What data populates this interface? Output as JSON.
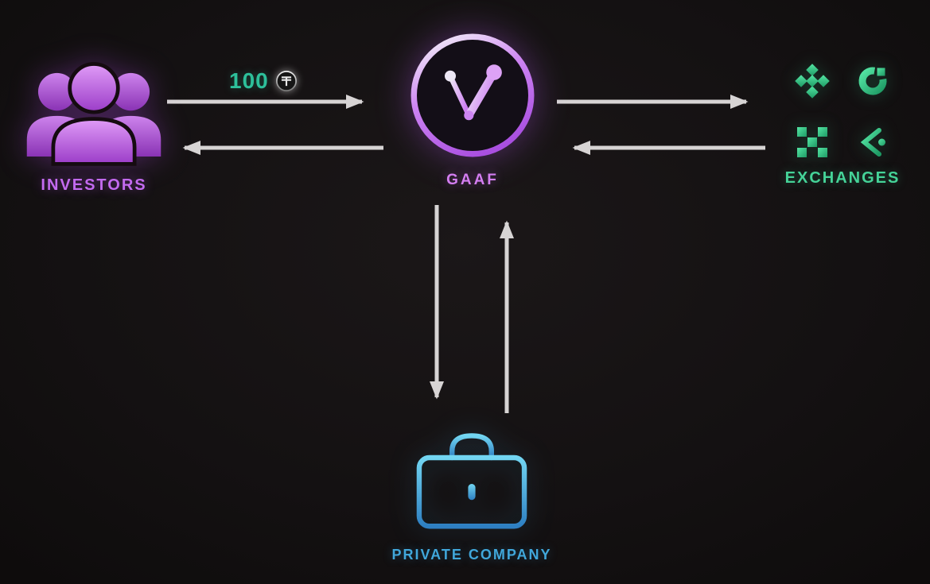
{
  "diagram": {
    "background": "#141112",
    "arrow_color": "#d7d4d4",
    "nodes": {
      "investors": {
        "label": "INVESTORS",
        "color": "#c46cf0",
        "icon": "people-group-icon"
      },
      "gaaf": {
        "label": "GAAF",
        "color": "#d57ff2",
        "icon": "gaaf-logo-icon"
      },
      "exchanges": {
        "label": "EXCHANGES",
        "color": "#45d398",
        "icons": [
          "binance-icon",
          "gate-icon",
          "okx-icon",
          "kucoin-icon"
        ]
      },
      "private_company": {
        "label": "PRIVATE COMPANY",
        "color": "#41a7da",
        "icon": "briefcase-icon"
      }
    },
    "flows": [
      {
        "from": "investors",
        "to": "gaaf",
        "label": "100",
        "label_color": "#2dbf9a",
        "coin_icon": "tether-coin-icon"
      },
      {
        "from": "gaaf",
        "to": "investors"
      },
      {
        "from": "gaaf",
        "to": "exchanges"
      },
      {
        "from": "exchanges",
        "to": "gaaf"
      },
      {
        "from": "gaaf",
        "to": "private_company"
      },
      {
        "from": "private_company",
        "to": "gaaf"
      }
    ]
  }
}
